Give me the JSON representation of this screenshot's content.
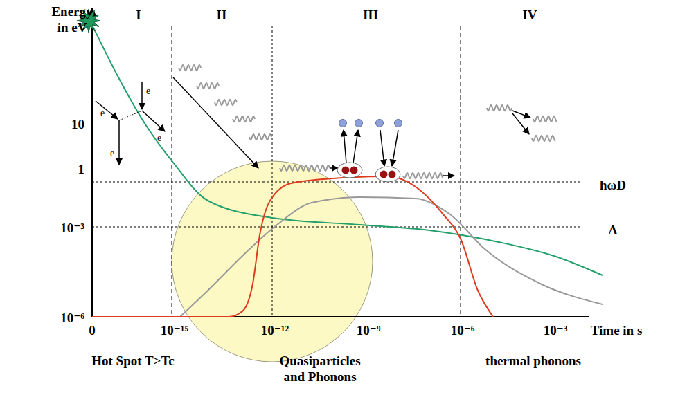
{
  "diagram": {
    "labels": [
      "Energy in eV",
      "I",
      "II",
      "III",
      "IV",
      "10",
      "1",
      "10⁻³",
      "10⁻⁶",
      "0",
      "10⁻¹⁵",
      "10⁻¹²",
      "10⁻⁹",
      "10⁻⁶",
      "10⁻³",
      "Time in s",
      "hωD",
      "Δ",
      "e",
      "e",
      "e",
      "e",
      "Hot Spot T>Tc",
      "Quasiparticles and Phonons",
      "thermal phonons"
    ]
  }
}
